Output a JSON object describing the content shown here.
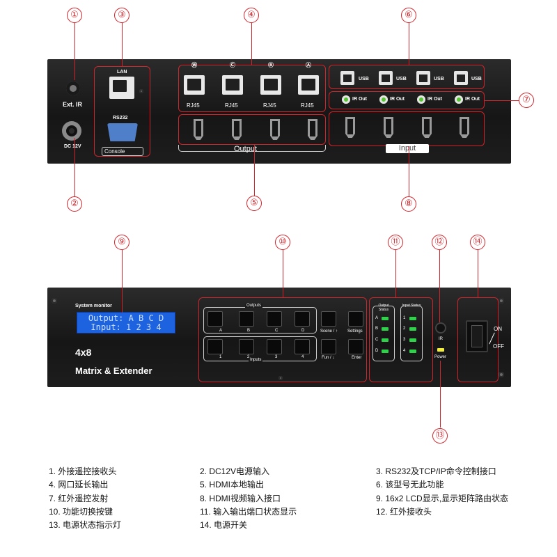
{
  "callouts": [
    "①",
    "②",
    "③",
    "④",
    "⑤",
    "⑥",
    "⑦",
    "⑧",
    "⑨",
    "⑩",
    "⑪",
    "⑫",
    "⑬",
    "⑭"
  ],
  "rear": {
    "ext_ir": "Ext. IR",
    "dc": "DC 12V",
    "lan": "LAN",
    "rs232": "RS232",
    "console": "Console",
    "rj45": "RJ45",
    "output_letters": [
      "Ⓦ",
      "Ⓒ",
      "Ⓑ",
      "Ⓐ"
    ],
    "output": "Output",
    "usb": "USB",
    "ir_out": "IR Out",
    "input": "Input"
  },
  "front": {
    "system_monitor": "System monitor",
    "lcd_line1": "Output: A B C D",
    "lcd_line2": "Input: 1 2 3 4",
    "model": "4x8",
    "model_desc": "Matrix & Extender",
    "outputs": "Outputs",
    "inputs": "Inputs",
    "output_keys": [
      "A",
      "B",
      "C",
      "D"
    ],
    "input_keys": [
      "1",
      "2",
      "3",
      "4"
    ],
    "scene": "Scene / ↑",
    "settings": "Settings",
    "fun": "Fun / ↓",
    "enter": "Enter",
    "output_status": "Output Status",
    "input_status": "Input Status",
    "status_outputs": [
      "A",
      "B",
      "C",
      "D"
    ],
    "status_inputs": [
      "1",
      "2",
      "3",
      "4"
    ],
    "ir": "IR",
    "power": "Power",
    "on": "ON",
    "off": "OFF"
  },
  "legend": [
    "1. 外接遥控接收头",
    "2. DC12V电源输入",
    "3. RS232及TCP/IP命令控制接口",
    "4. 网口延长输出",
    "5. HDMI本地输出",
    "6. 该型号无此功能",
    "7. 红外遥控发射",
    "8. HDMI视频输入接口",
    "9. 16x2 LCD显示,显示矩阵路由状态",
    "10. 功能切换按键",
    "11. 输入输出端口状态显示",
    "12. 红外接收头",
    "13. 电源状态指示灯",
    "14. 电源开关"
  ]
}
